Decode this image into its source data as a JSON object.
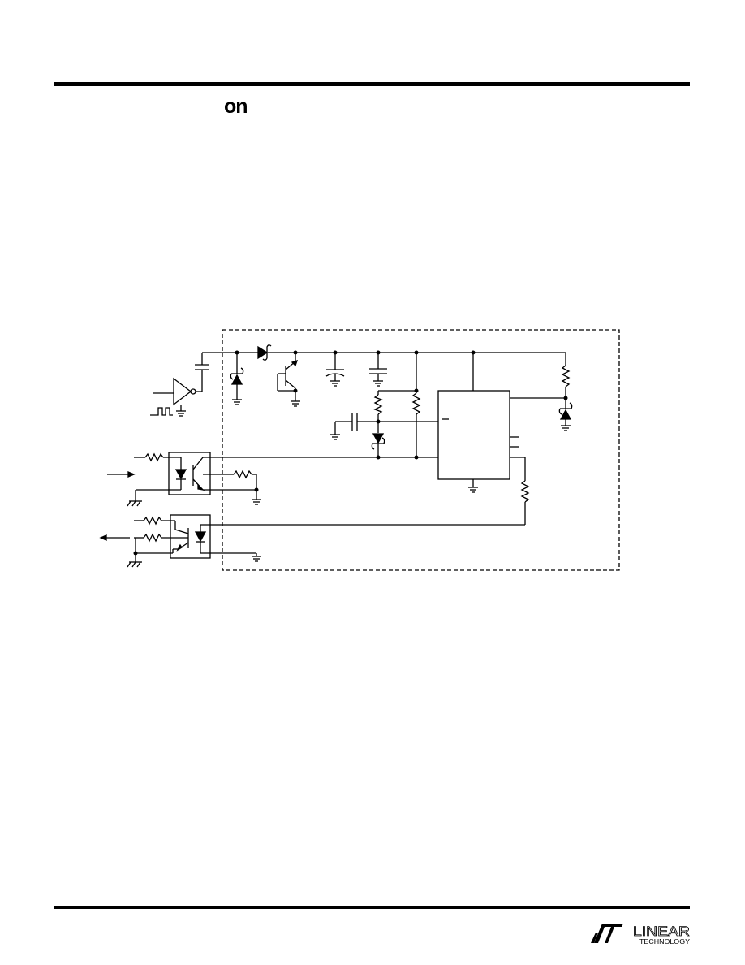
{
  "header": {
    "section_title": "on"
  },
  "figure": {
    "frame": "dashed-isolation-box",
    "icons": [
      "capacitor-icon",
      "diode-icon",
      "zener-diode-icon",
      "transistor-icon",
      "resistor-icon",
      "ground-icon",
      "chassis-ground-icon",
      "optocoupler-icon",
      "ic-block-icon",
      "inverter-icon",
      "arrow-icon"
    ]
  },
  "footer": {
    "logo_main": "LINEAR",
    "logo_sub": "TECHNOLOGY"
  }
}
